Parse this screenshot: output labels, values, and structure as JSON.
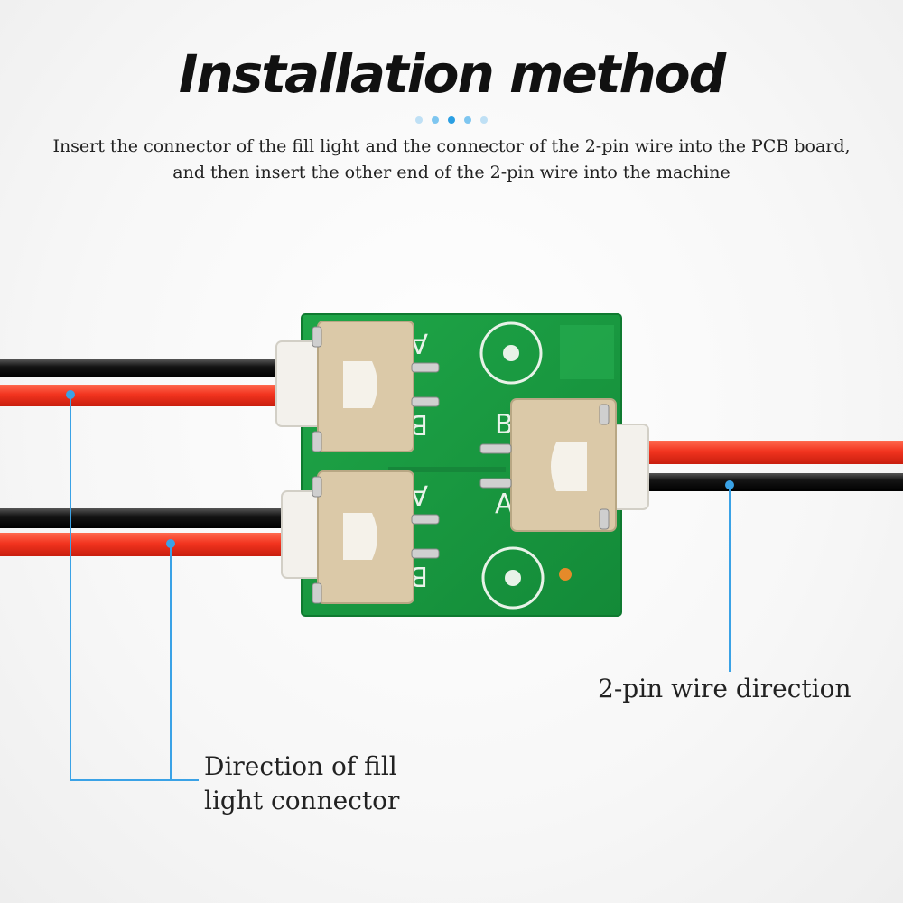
{
  "header": {
    "title": "Installation method",
    "description_line1": "Insert the connector of the fill light and the connector of the 2-pin wire into the PCB board,",
    "description_line2": "and then insert the other end of the 2-pin wire into the machine"
  },
  "decor": {
    "dot_colors": [
      "#bfe0f5",
      "#7ec6f0",
      "#2a9fe3",
      "#7ec6f0",
      "#bfe0f5"
    ],
    "callout_color": "#3aa2e6",
    "pcb_color": "#1d9a43",
    "red_wire": "#f2341f",
    "black_wire": "#141414"
  },
  "pcb": {
    "pad_label_a": "A",
    "pad_label_b": "B"
  },
  "callouts": {
    "right_label": "2-pin wire direction",
    "left_label_line1": "Direction of fill",
    "left_label_line2": "light connector"
  }
}
